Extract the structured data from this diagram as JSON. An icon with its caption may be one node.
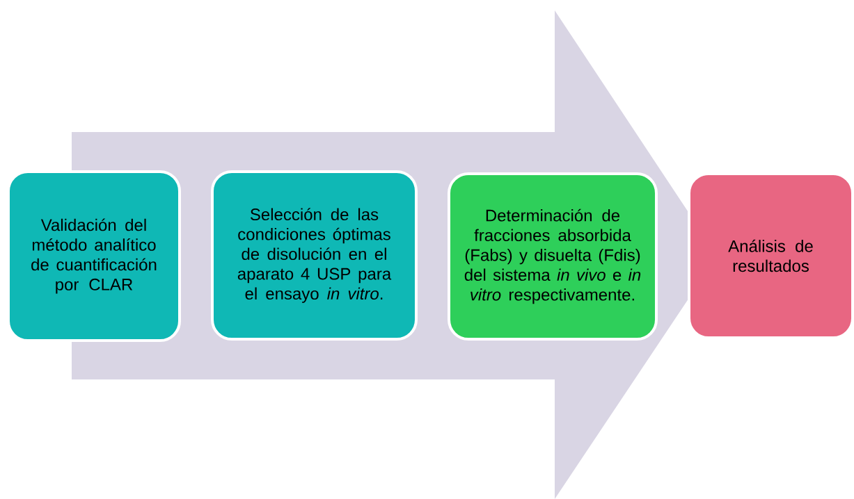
{
  "diagram": {
    "nodes": [
      {
        "text": [
          "Validación del método analítico de cuantificación por CLAR"
        ]
      },
      {
        "text": [
          "Selección de las condiciones óptimas de disolución en el aparato 4 USP para el ensayo *in vitro*."
        ]
      },
      {
        "text": [
          "Determinación de fracciones absorbida  (Fabs) y disuelta (Fdis) del sistema *in vivo* e *in vitro* respectivamente."
        ]
      },
      {
        "text": [
          "Análisis de resultados"
        ]
      }
    ],
    "edges": [
      {
        "from": 0,
        "to": 3,
        "arrow": "to"
      }
    ]
  }
}
